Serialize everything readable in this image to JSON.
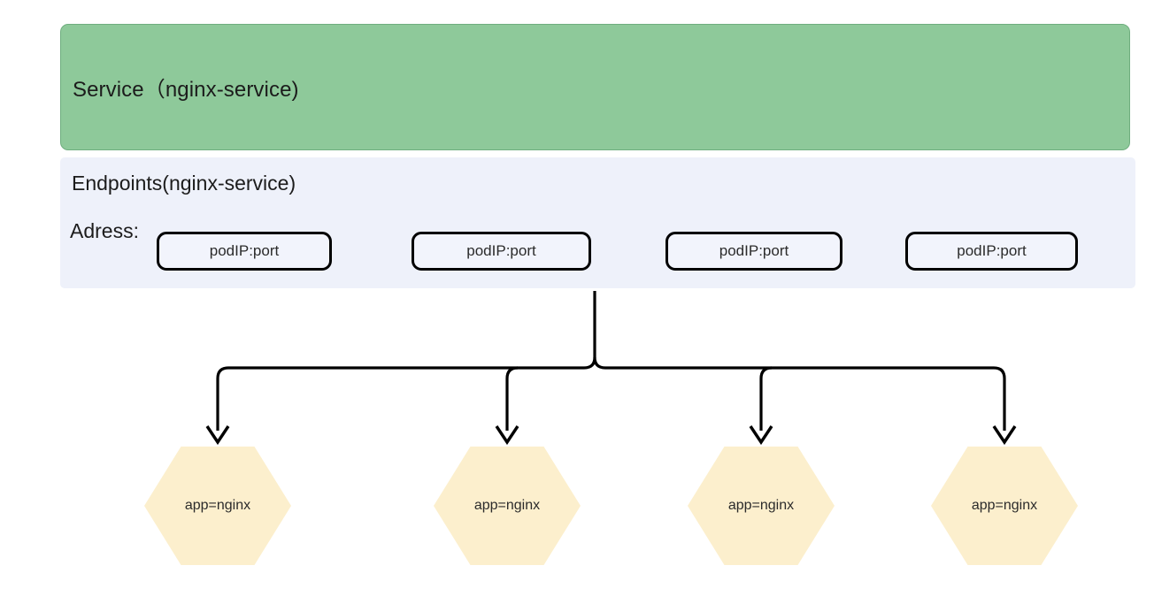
{
  "diagram": {
    "type": "kubernetes-service-endpoints",
    "service": {
      "label": "Service（nginx-service)"
    },
    "endpoints": {
      "title": "Endpoints(nginx-service)",
      "address_label": "Adress:",
      "addresses": [
        {
          "text": "podIP:port"
        },
        {
          "text": "podIP:port"
        },
        {
          "text": "podIP:port"
        },
        {
          "text": "podIP:port"
        }
      ]
    },
    "pods": [
      {
        "label": "app=nginx"
      },
      {
        "label": "app=nginx"
      },
      {
        "label": "app=nginx"
      },
      {
        "label": "app=nginx"
      }
    ],
    "colors": {
      "service_fill": "#8ec99a",
      "service_border": "#6fae7f",
      "endpoints_fill": "#eef1fa",
      "pod_fill": "#fcefcd",
      "connector_stroke": "#000000",
      "text": "#1c1c1c",
      "page_background": "#ffffff"
    }
  }
}
